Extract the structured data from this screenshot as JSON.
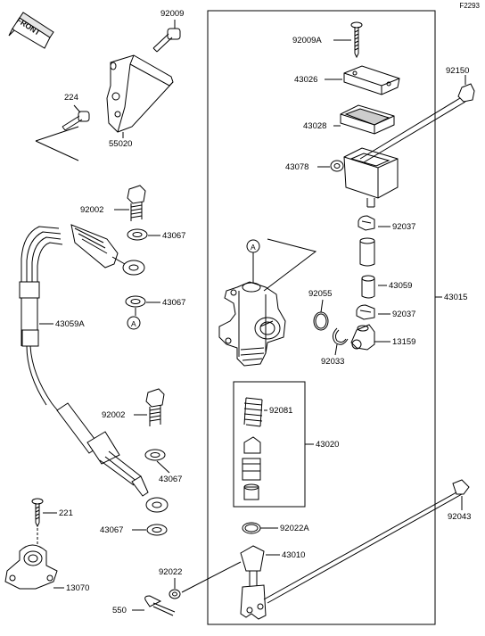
{
  "figure_code": "F2293",
  "front_label": "FRONT",
  "callout_a": "A",
  "labels": [
    "92009",
    "92009A",
    "92150",
    "43026",
    "224",
    "43028",
    "55020",
    "43078",
    "92002",
    "43067",
    "92037",
    "43067",
    "92055",
    "43059",
    "43015",
    "43059A",
    "92037",
    "13159",
    "92033",
    "92081",
    "92002",
    "43020",
    "43067",
    "92022A",
    "221",
    "43067",
    "43010",
    "92043",
    "92022",
    "13070",
    "550"
  ]
}
